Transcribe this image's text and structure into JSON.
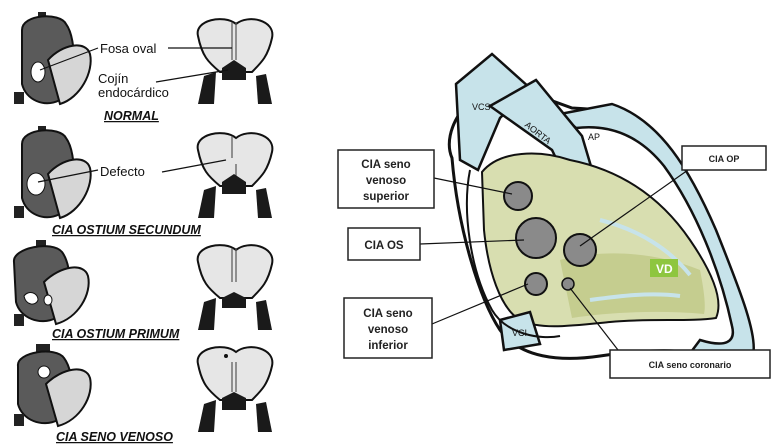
{
  "left_panel": {
    "labels": {
      "fosa_oval": "Fosa oval",
      "cojin_line1": "Cojín",
      "cojin_line2": "endocárdico",
      "defecto": "Defecto"
    },
    "captions": [
      "NORMAL",
      "CIA OSTIUM SECUNDUM",
      "CIA OSTIUM PRIMUM",
      "CIA SENO VENOSO"
    ]
  },
  "right_panel": {
    "vessels": {
      "vcs": "VCS",
      "aorta": "AORTA",
      "ap": "AP",
      "vci": "VCI"
    },
    "vd_label": "VD",
    "boxes": {
      "seno_superior": [
        "CIA seno",
        "venoso",
        "superior"
      ],
      "os": "CIA OS",
      "seno_inferior": [
        "CIA seno",
        "venoso",
        "inferior"
      ],
      "op": "CIA OP",
      "seno_coronario": "CIA seno coronario"
    },
    "colors": {
      "vessel_fill": "#c7e3ea",
      "septum_fill": "#d8deb0",
      "vd_badge": "#8ec63f",
      "defect_fill": "#8a8a8a"
    }
  }
}
